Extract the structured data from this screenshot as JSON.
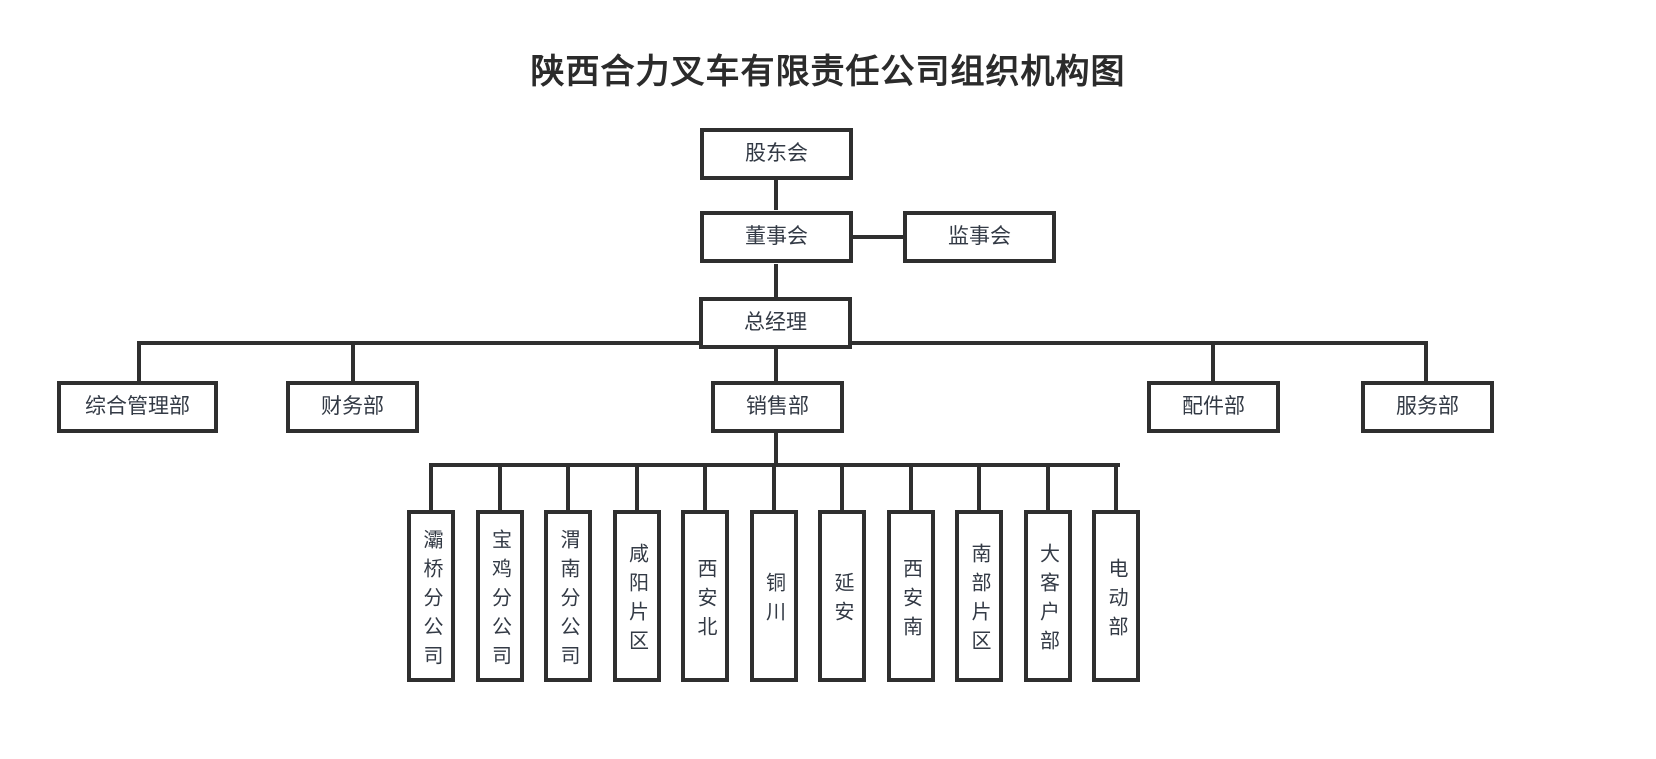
{
  "title": "陕西合力叉车有限责任公司组织机构图",
  "chart_data": {
    "type": "diagram",
    "diagram_kind": "organization-chart",
    "title": "陕西合力叉车有限责任公司组织机构图",
    "orientation": "top-down",
    "box_style": {
      "border_color": "#2f2f2f",
      "fill": "#ffffff",
      "text_color": "#333a45"
    },
    "levels": [
      {
        "level": 1,
        "nodes": [
          "股东会"
        ]
      },
      {
        "level": 2,
        "nodes": [
          "董事会",
          "监事会"
        ]
      },
      {
        "level": 3,
        "nodes": [
          "总经理"
        ]
      },
      {
        "level": 4,
        "nodes": [
          "综合管理部",
          "财务部",
          "销售部",
          "配件部",
          "服务部"
        ]
      },
      {
        "level": 5,
        "nodes": [
          "灞桥分公司",
          "宝鸡分公司",
          "渭南分公司",
          "咸阳片区",
          "西安北",
          "铜川",
          "延安",
          "西安南",
          "南部片区",
          "大客户部",
          "电动部"
        ]
      }
    ],
    "edges": [
      {
        "from": "股东会",
        "to": "董事会"
      },
      {
        "from": "董事会",
        "to": "监事会",
        "style": "lateral"
      },
      {
        "from": "董事会",
        "to": "总经理"
      },
      {
        "from": "总经理",
        "to": "综合管理部"
      },
      {
        "from": "总经理",
        "to": "财务部"
      },
      {
        "from": "总经理",
        "to": "销售部"
      },
      {
        "from": "总经理",
        "to": "配件部"
      },
      {
        "from": "总经理",
        "to": "服务部"
      },
      {
        "from": "销售部",
        "to": "灞桥分公司"
      },
      {
        "from": "销售部",
        "to": "宝鸡分公司"
      },
      {
        "from": "销售部",
        "to": "渭南分公司"
      },
      {
        "from": "销售部",
        "to": "咸阳片区"
      },
      {
        "from": "销售部",
        "to": "西安北"
      },
      {
        "from": "销售部",
        "to": "铜川"
      },
      {
        "from": "销售部",
        "to": "延安"
      },
      {
        "from": "销售部",
        "to": "西安南"
      },
      {
        "from": "销售部",
        "to": "南部片区"
      },
      {
        "from": "销售部",
        "to": "大客户部"
      },
      {
        "from": "销售部",
        "to": "电动部"
      }
    ]
  },
  "nodes": {
    "shareholders": "股东会",
    "board_directors": "董事会",
    "board_supervisors": "监事会",
    "general_manager": "总经理",
    "dept_general_admin": "综合管理部",
    "dept_finance": "财务部",
    "dept_sales": "销售部",
    "dept_parts": "配件部",
    "dept_service": "服务部",
    "sales_units": [
      "灞桥分公司",
      "宝鸡分公司",
      "渭南分公司",
      "咸阳片区",
      "西安北",
      "铜川",
      "延安",
      "西安南",
      "南部片区",
      "大客户部",
      "电动部"
    ]
  }
}
